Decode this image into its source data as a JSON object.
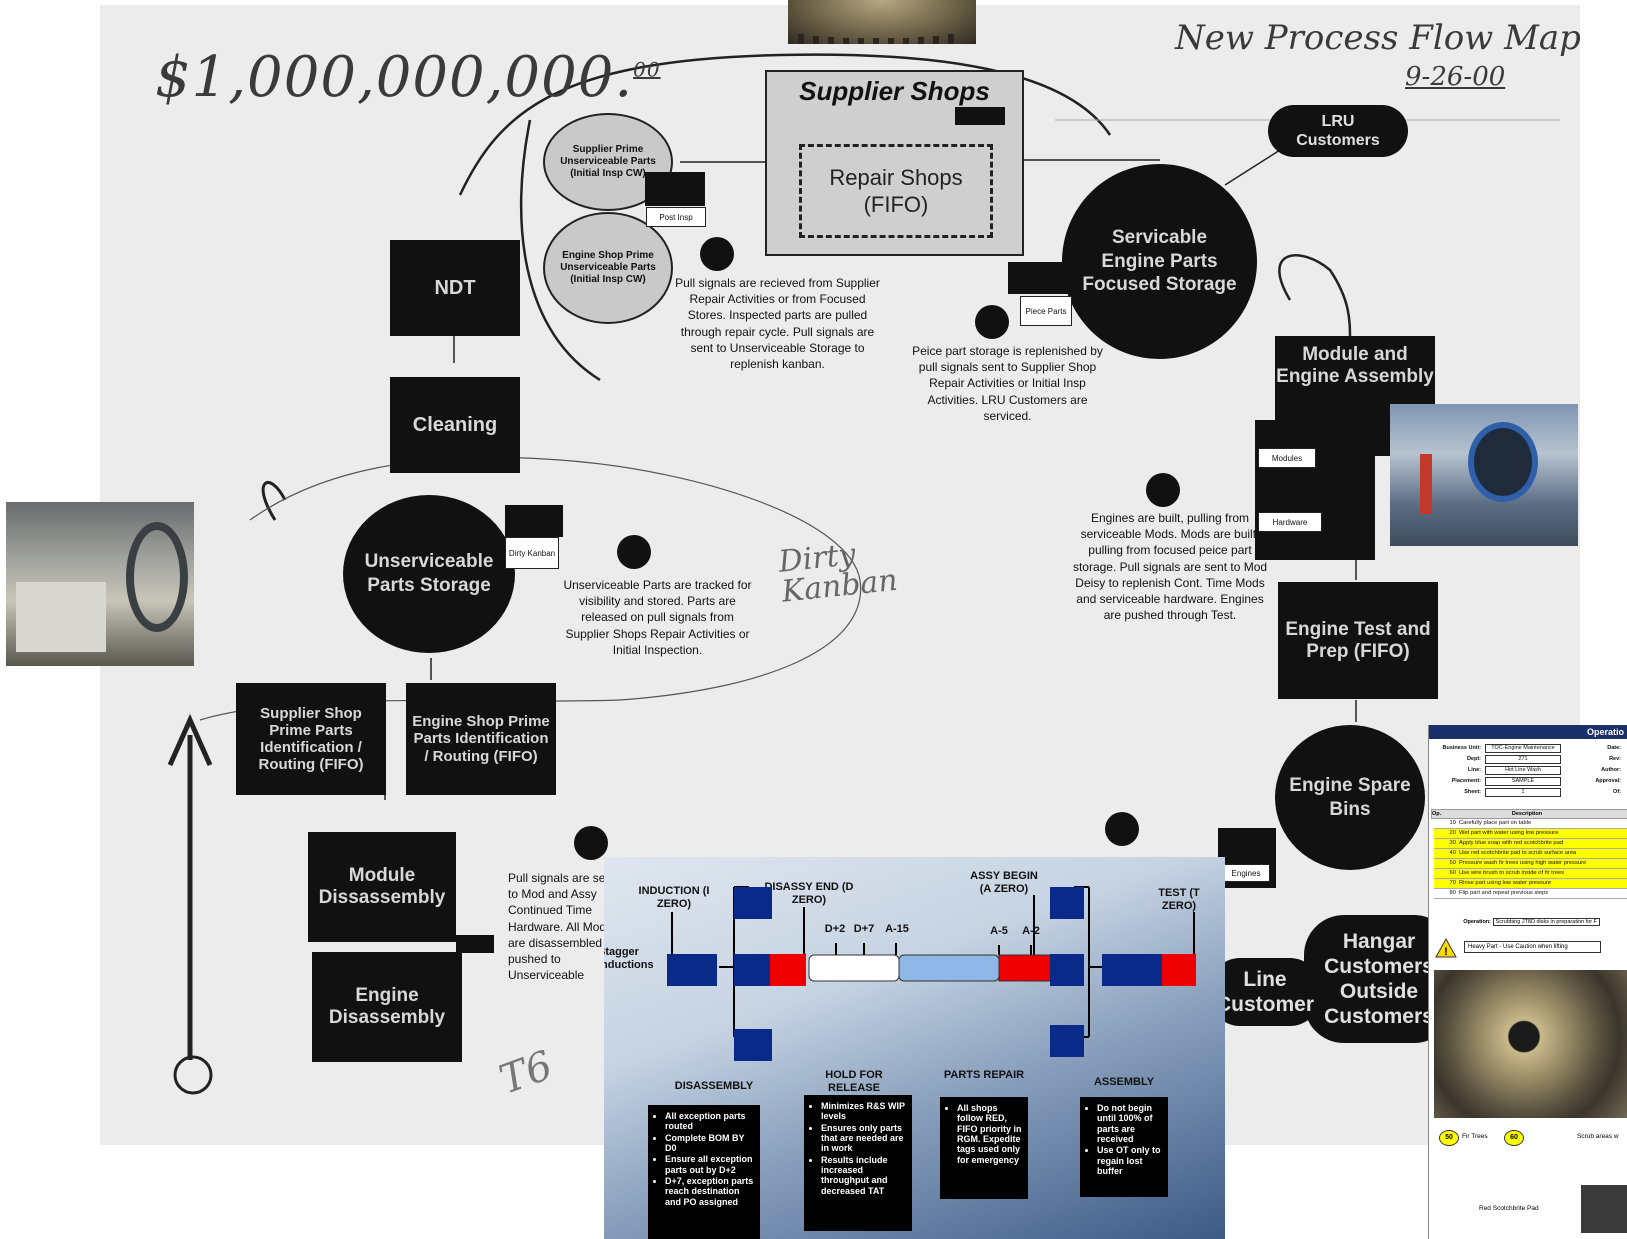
{
  "header": {
    "amount": "$1,000,000,000.",
    "amount_cents": "00",
    "map_title": "New Process Flow Map",
    "map_date": "9-26-00"
  },
  "nodes": {
    "supplier_shops": "Supplier Shops",
    "repair_shops": "Repair Shops (FIFO)",
    "supplier_prime": "Supplier Prime Unserviceable Parts (Initial Insp CW)",
    "engine_shop_prime": "Engine Shop Prime Unserviceable Parts (Initial Insp CW)",
    "post_insp": "Post Insp",
    "lru_customers": "LRU Customers",
    "serviceable_storage": "Servicable Engine Parts Focused Storage",
    "piece_parts": "Piece Parts",
    "ndt": "NDT",
    "cleaning": "Cleaning",
    "unserviceable_storage": "Unserviceable Parts Storage",
    "dirty_kanban_tag": "Dirty Kanban",
    "supplier_shop_routing": "Supplier Shop Prime Parts Identification / Routing (FIFO)",
    "engine_shop_routing": "Engine Shop Prime Parts Identification / Routing (FIFO)",
    "module_disassembly": "Module Dissassembly",
    "engine_disassembly": "Engine Disassembly",
    "module_engine_assembly": "Module and Engine Assembly",
    "modules_tag": "Modules",
    "hardware_tag": "Hardware",
    "engine_test": "Engine Test and Prep (FIFO)",
    "engine_spare_bins": "Engine Spare Bins",
    "engines_tag": "Engines",
    "hangar_customers": "Hangar Customers Outside Customers",
    "line_customer": "Line Customer"
  },
  "notes": {
    "note1": "Pull signals are recieved from Supplier Repair Activities or from Focused Stores. Inspected parts are pulled through repair cycle. Pull signals are sent to Unserviceable Storage to replenish kanban.",
    "note2": "Peice part storage is replenished by pull signals sent to Supplier Shop Repair Activities or Initial Insp Activities. LRU Customers are serviced.",
    "note3": "Unserviceable Parts are tracked for visibility and stored. Parts are released on pull signals from Supplier Shops Repair Activities or Initial Inspection.",
    "note4": "Engines are built, pulling from serviceable Mods. Mods are built, pulling from focused peice part storage. Pull signals are sent to Mod Deisy to replenish Cont. Time Mods and serviceable hardware. Engines are pushed through Test.",
    "note5": "Pull signals are sent to Mod and Assy Continued Time Hardware. All Mods are disassembled pushed to Unserviceable"
  },
  "handwriting": {
    "dirty_kanban": "Dirty Kanban",
    "corner": "T6"
  },
  "slide": {
    "induction": "INDUCTION (I ZERO)",
    "disassy_end": "DISASSY END (D ZERO)",
    "assy_begin": "ASSY BEGIN (A ZERO)",
    "test": "TEST (T ZERO)",
    "stagger": "Stagger Inductions",
    "ticks": [
      "D+2",
      "D+7",
      "A-15",
      "A-5",
      "A-2"
    ],
    "sections": [
      {
        "title": "DISASSEMBLY",
        "items": [
          "All exception parts routed",
          "Complete BOM BY D0",
          "Ensure all exception parts out by D+2",
          "D+7, exception parts reach destination and PO assigned"
        ]
      },
      {
        "title": "HOLD FOR RELEASE",
        "items": [
          "Minimizes R&S WIP levels",
          "Ensures only parts that are needed are in work",
          "Results include increased throughput and decreased TAT"
        ]
      },
      {
        "title": "PARTS REPAIR",
        "items": [
          "All shops follow RED, FIFO priority in RGM. Expedite tags used only for emergency"
        ]
      },
      {
        "title": "ASSEMBLY",
        "items": [
          "Do not begin until 100% of parts are received",
          "Use OT only to regain lost buffer"
        ]
      }
    ]
  },
  "sheet": {
    "title": "Operatio",
    "fields": [
      {
        "k": "Business Unit:",
        "v": "TOC-Engine Maintenance"
      },
      {
        "k": "Dept:",
        "v": "271"
      },
      {
        "k": "Line:",
        "v": "Hot Line Wash"
      },
      {
        "k": "Placement:",
        "v": "SAMPLE"
      },
      {
        "k": "Sheet:",
        "v": "1"
      }
    ],
    "right_keys": [
      "Date:",
      "Rev:",
      "Author:",
      "Approval:",
      "Of:"
    ],
    "col_op": "Op.",
    "col_desc": "Description",
    "steps": [
      {
        "n": "10",
        "t": "Carefully place part on table",
        "hl": false
      },
      {
        "n": "20",
        "t": "Wet part with water using low pressure",
        "hl": true
      },
      {
        "n": "30",
        "t": "Apply blue soap with red scotchbrite pad",
        "hl": true
      },
      {
        "n": "40",
        "t": "Use red scotchbrite pad to scrub surface area",
        "hl": true
      },
      {
        "n": "50",
        "t": "Pressure wash fir trees using high water pressure",
        "hl": true
      },
      {
        "n": "60",
        "t": "Use wire brush to scrub inside of fir trees",
        "hl": true
      },
      {
        "n": "70",
        "t": "Rinse part using low water pressure",
        "hl": true
      },
      {
        "n": "80",
        "t": "Flip part and repeat previous steps",
        "hl": false
      }
    ],
    "operation_label": "Operation:",
    "operation_value": "Scrubbing JT8D disks in preparation for F",
    "warning": "Heavy Part - Use Caution when lifting",
    "callout50": "50",
    "callout60": "60",
    "fir_trees": "Fir Trees",
    "scrub_areas": "Scrub areas w",
    "red_pad": "Red Scotchbrite Pad"
  },
  "colors": {
    "accent_blue": "#0a2a8a",
    "accent_red": "#e00000",
    "highlight": "#ffff00"
  }
}
